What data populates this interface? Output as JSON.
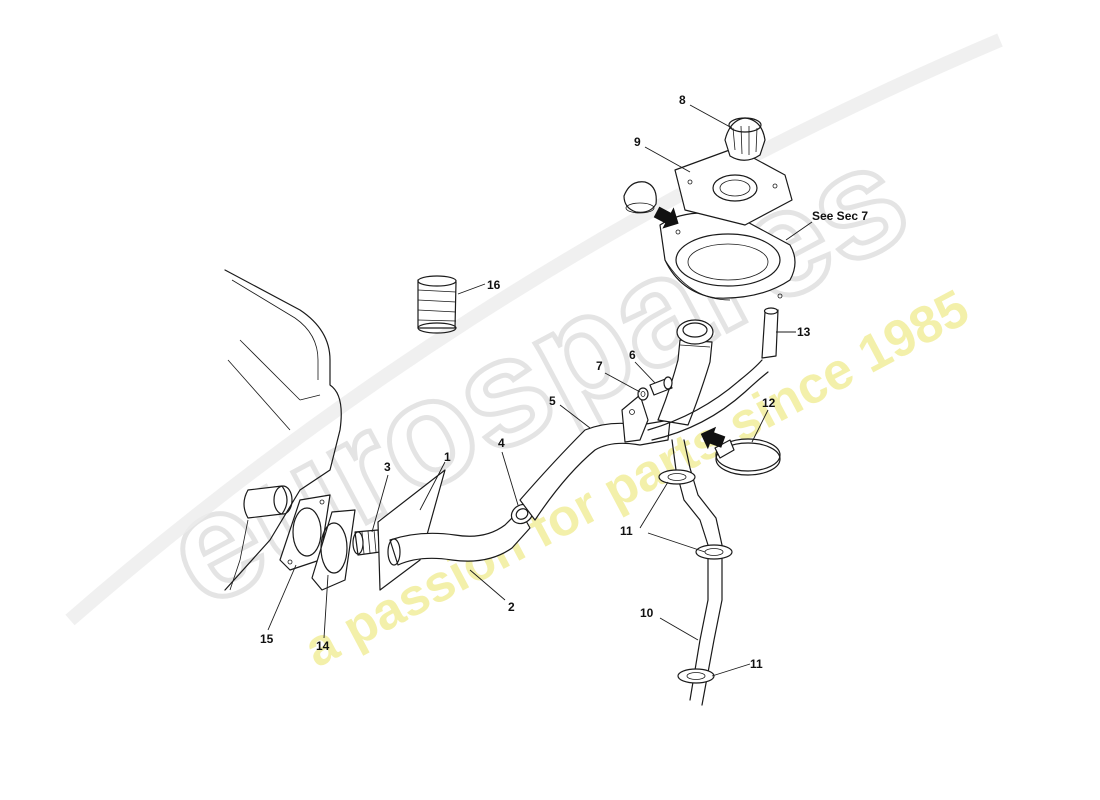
{
  "watermark": {
    "brand": "eurospares",
    "tagline": "a passion for parts since 1985",
    "brand_color": "#e6e6e6",
    "tagline_color": "#f4f0a0"
  },
  "callouts": [
    {
      "id": "1",
      "label": "1"
    },
    {
      "id": "2",
      "label": "2"
    },
    {
      "id": "3",
      "label": "3"
    },
    {
      "id": "4",
      "label": "4"
    },
    {
      "id": "5",
      "label": "5"
    },
    {
      "id": "6",
      "label": "6"
    },
    {
      "id": "7",
      "label": "7"
    },
    {
      "id": "8",
      "label": "8"
    },
    {
      "id": "9",
      "label": "9"
    },
    {
      "id": "10",
      "label": "10"
    },
    {
      "id": "11a",
      "label": "11"
    },
    {
      "id": "11b",
      "label": "11"
    },
    {
      "id": "12",
      "label": "12"
    },
    {
      "id": "13",
      "label": "13"
    },
    {
      "id": "14",
      "label": "14"
    },
    {
      "id": "15",
      "label": "15"
    },
    {
      "id": "16",
      "label": "16"
    }
  ],
  "reference_note": "See Sec 7",
  "line_color": "#1a1a1a"
}
